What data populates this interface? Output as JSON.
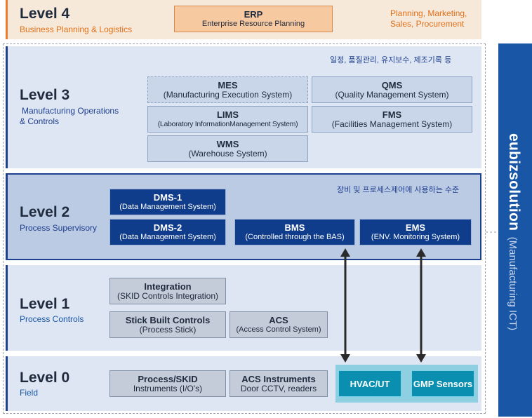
{
  "level4": {
    "title": "Level 4",
    "subtitle": "Business Planning & Logistics",
    "erp": {
      "title": "ERP",
      "subtitle": "Enterprise Resource Planning"
    },
    "right_note_line1": "Planning, Marketing,",
    "right_note_line2": "Sales, Procurement"
  },
  "level3": {
    "title": "Level 3",
    "subtitle_line1": "Manufacturing Operations",
    "subtitle_line2": "& Controls",
    "note": "일정, 품질관리, 유지보수, 제조기록 등",
    "mes": {
      "title": "MES",
      "subtitle": "(Manufacturing Execution System)"
    },
    "qms": {
      "title": "QMS",
      "subtitle": "(Quality Management System)"
    },
    "lims": {
      "title": "LIMS",
      "subtitle": "(Laboratory InformationManagement System)"
    },
    "fms": {
      "title": "FMS",
      "subtitle": "(Facilities Management System)"
    },
    "wms": {
      "title": "WMS",
      "subtitle": "(Warehouse System)"
    }
  },
  "level2": {
    "title": "Level 2",
    "subtitle": "Process Supervisory",
    "note": "장비 및 프로세스제어에 사용하는 수준",
    "dms1": {
      "title": "DMS-1",
      "subtitle": "(Data Management System)"
    },
    "dms2": {
      "title": "DMS-2",
      "subtitle": "(Data Management System)"
    },
    "bms": {
      "title": "BMS",
      "subtitle": "(Controlled through the BAS)"
    },
    "ems": {
      "title": "EMS",
      "subtitle": "(ENV. Monitoring System)"
    }
  },
  "level1": {
    "title": "Level 1",
    "subtitle": "Process Controls",
    "integration": {
      "title": "Integration",
      "subtitle": "(SKID Controls Integration)"
    },
    "stick": {
      "title": "Stick Built Controls",
      "subtitle": "(Process Stick)"
    },
    "acs": {
      "title": "ACS",
      "subtitle": "(Access Control System)"
    }
  },
  "level0": {
    "title": "Level 0",
    "subtitle": "Field",
    "process_skid": {
      "title": "Process/SKID",
      "subtitle": "Instruments (I/O's)"
    },
    "acs_instruments": {
      "title": "ACS Instruments",
      "subtitle": "Door CCTV, readers"
    },
    "hvac": {
      "title": "HVAC/UT"
    },
    "gmp": {
      "title": "GMP Sensors"
    }
  },
  "sidebar": {
    "brand": "eubizsolution",
    "tag": "(Manufacturing ICT)"
  },
  "colors": {
    "level4_bg": "#f7e9d9",
    "level4_accent": "#ec7d2c",
    "level3_bg": "#dde6f2",
    "level2_bg": "#bccbe4",
    "navy": "#0f3d8c",
    "sidebar": "#1a56a6",
    "teal": "#0a8fb0"
  }
}
